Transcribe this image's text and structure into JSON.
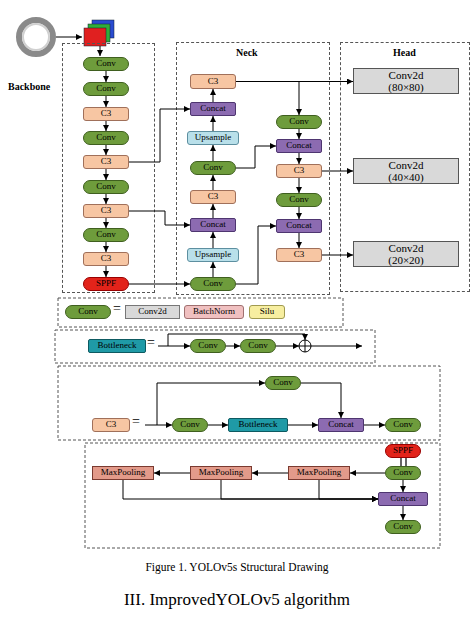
{
  "diagram": {
    "caption": "Figure 1. YOLOv5s Structural Drawing",
    "nodes": [
      {
        "text": [
          "Backbone"
        ]
      },
      {
        "text": [
          "Conv"
        ],
        "in": 0
      },
      {
        "text": [
          "Conv"
        ],
        "in": 0
      },
      {
        "text": [
          "C3"
        ],
        "in": 0
      },
      {
        "text": [
          "Conv"
        ],
        "in": 0
      },
      {
        "text": [
          "C3"
        ],
        "in": 0
      },
      {
        "text": [
          "Conv"
        ],
        "in": 0
      },
      {
        "text": [
          "C3"
        ],
        "in": 0
      },
      {
        "text": [
          "Conv"
        ],
        "in": 0
      },
      {
        "text": [
          "C3"
        ],
        "in": 0
      },
      {
        "text": [
          "SPPF"
        ],
        "in": 0
      },
      {
        "text": [
          "Neck"
        ]
      },
      {
        "text": [
          "C3"
        ],
        "in": 11
      },
      {
        "text": [
          "Concat"
        ],
        "in": 11
      },
      {
        "text": [
          "Upsample"
        ],
        "in": 11
      },
      {
        "text": [
          "Conv"
        ],
        "in": 11
      },
      {
        "text": [
          "C3"
        ],
        "in": 11
      },
      {
        "text": [
          "Concat"
        ],
        "in": 11
      },
      {
        "text": [
          "Upsample"
        ],
        "in": 11
      },
      {
        "text": [
          "Conv"
        ],
        "in": 11
      },
      {
        "text": [
          "Conv"
        ],
        "in": 11
      },
      {
        "text": [
          "Concat"
        ],
        "in": 11
      },
      {
        "text": [
          "C3"
        ],
        "in": 11
      },
      {
        "text": [
          "Conv"
        ],
        "in": 11
      },
      {
        "text": [
          "Concat"
        ],
        "in": 11
      },
      {
        "text": [
          "C3"
        ],
        "in": 11
      },
      {
        "text": [
          "Head"
        ]
      },
      {
        "text": [
          "Conv2d (80×80)"
        ],
        "in": 26
      },
      {
        "text": [
          "Conv2d (40×40)"
        ],
        "in": 26
      },
      {
        "text": [
          "Conv2d (20×20)"
        ],
        "in": 26
      },
      {
        "text": [
          "Conv"
        ]
      },
      {
        "text": [
          "Conv2d"
        ]
      },
      {
        "text": [
          "BatchNorm"
        ]
      },
      {
        "text": [
          "Silu"
        ]
      },
      {
        "text": [
          "Bottleneck"
        ]
      },
      {
        "text": [
          "Conv"
        ]
      },
      {
        "text": [
          "Conv"
        ]
      },
      {
        "text": [
          "Conv"
        ]
      },
      {
        "text": [
          "C3"
        ]
      },
      {
        "text": [
          "Conv"
        ]
      },
      {
        "text": [
          "Bottleneck"
        ]
      },
      {
        "text": [
          "Concat"
        ]
      },
      {
        "text": [
          "Conv"
        ]
      },
      {
        "text": [
          "SPPF"
        ]
      },
      {
        "text": [
          "MaxPooling"
        ]
      },
      {
        "text": [
          "MaxPooling"
        ]
      },
      {
        "text": [
          "MaxPooling"
        ]
      },
      {
        "text": [
          "Conv"
        ]
      },
      {
        "text": [
          "Concat"
        ]
      },
      {
        "text": [
          "Conv"
        ]
      }
    ],
    "edges": [
      {
        "from": 1,
        "to": 2,
        "arrow": "to"
      },
      {
        "from": 2,
        "to": 3,
        "arrow": "to"
      },
      {
        "from": 3,
        "to": 4,
        "arrow": "to"
      },
      {
        "from": 4,
        "to": 5,
        "arrow": "to"
      },
      {
        "from": 5,
        "to": 6,
        "arrow": "to"
      },
      {
        "from": 6,
        "to": 7,
        "arrow": "to"
      },
      {
        "from": 7,
        "to": 8,
        "arrow": "to"
      },
      {
        "from": 8,
        "to": 9,
        "arrow": "to"
      },
      {
        "from": 9,
        "to": 10,
        "arrow": "to"
      },
      {
        "from": 5,
        "to": 13,
        "arrow": "to"
      },
      {
        "from": 7,
        "to": 17,
        "arrow": "to"
      },
      {
        "from": 10,
        "to": 19,
        "arrow": "to"
      },
      {
        "from": 19,
        "to": 18,
        "arrow": "to"
      },
      {
        "from": 18,
        "to": 17,
        "arrow": "to"
      },
      {
        "from": 17,
        "to": 16,
        "arrow": "to"
      },
      {
        "from": 16,
        "to": 15,
        "arrow": "to"
      },
      {
        "from": 15,
        "to": 14,
        "arrow": "to"
      },
      {
        "from": 14,
        "to": 13,
        "arrow": "to"
      },
      {
        "from": 13,
        "to": 12,
        "arrow": "to"
      },
      {
        "from": 12,
        "to": 20,
        "arrow": "to"
      },
      {
        "from": 12,
        "to": 27,
        "arrow": "to"
      },
      {
        "from": 20,
        "to": 21,
        "arrow": "to"
      },
      {
        "from": 15,
        "to": 21,
        "arrow": "to"
      },
      {
        "from": 21,
        "to": 22,
        "arrow": "to"
      },
      {
        "from": 22,
        "to": 28,
        "arrow": "to"
      },
      {
        "from": 22,
        "to": 23,
        "arrow": "to"
      },
      {
        "from": 23,
        "to": 24,
        "arrow": "to"
      },
      {
        "from": 19,
        "to": 24,
        "arrow": "to"
      },
      {
        "from": 24,
        "to": 25,
        "arrow": "to"
      },
      {
        "from": 25,
        "to": 29,
        "arrow": "to"
      },
      {
        "from": 35,
        "to": 36,
        "arrow": "to"
      },
      {
        "from": 39,
        "to": 40,
        "arrow": "to"
      },
      {
        "from": 40,
        "to": 41,
        "arrow": "to"
      },
      {
        "from": 41,
        "to": 42,
        "arrow": "to"
      },
      {
        "from": 37,
        "to": 41,
        "arrow": "to"
      },
      {
        "from": 47,
        "to": 46,
        "arrow": "to"
      },
      {
        "from": 46,
        "to": 45,
        "arrow": "to"
      },
      {
        "from": 45,
        "to": 44,
        "arrow": "to"
      },
      {
        "from": 44,
        "to": 48,
        "arrow": "to"
      },
      {
        "from": 45,
        "to": 48,
        "arrow": "to"
      },
      {
        "from": 46,
        "to": 48,
        "arrow": "to"
      },
      {
        "from": 47,
        "to": 48,
        "arrow": "to"
      },
      {
        "from": 48,
        "to": 49,
        "arrow": "to"
      }
    ],
    "labels": [
      "=",
      "=",
      "=",
      "III. ImprovedYOLOv5 algorithm"
    ]
  }
}
